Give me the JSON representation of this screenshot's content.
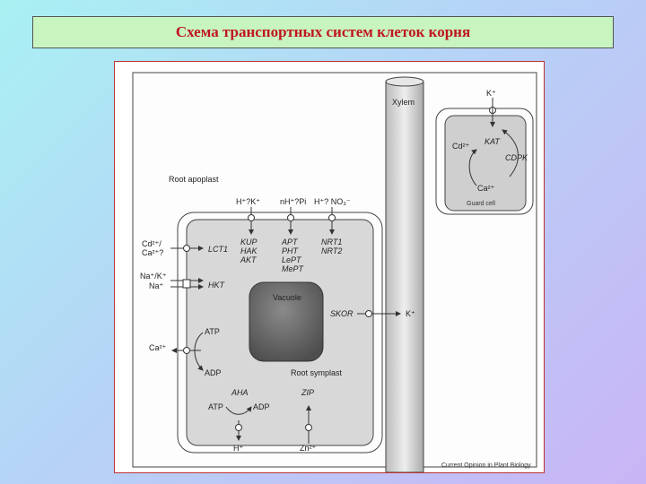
{
  "title": "Схема транспортных систем клеток корня",
  "labels": {
    "xylem": "Xylem",
    "root_apoplast": "Root apoplast",
    "root_symplast": "Root symplast",
    "vacuole": "Vacuole",
    "guard_cell": "Guard cell",
    "credit": "Current Opinion in Plant Biology"
  },
  "top_ions": [
    "H⁺?K⁺",
    "nH⁺?Pi",
    "H⁺? NO₃⁻"
  ],
  "transporters": {
    "col1": [
      "KUP",
      "HAK",
      "AKT"
    ],
    "col2": [
      "APT",
      "PHT",
      "LePT",
      "MePT"
    ],
    "col3": [
      "NRT1",
      "NRT2"
    ],
    "lct": "LCT1",
    "hkt": "HKT",
    "skor": "SKOR",
    "aha": "AHA",
    "zip": "ZIP"
  },
  "left_ions": {
    "cd_ca": [
      "Cd²⁺/",
      "Ca²⁺?"
    ],
    "na_k": [
      "Na⁺/K⁺",
      "Na⁺"
    ],
    "ca": "Ca²⁺"
  },
  "energy": {
    "atp_left": "ATP",
    "adp_left": "ADP",
    "atp_bottom": "ATP",
    "adp_bottom": "ADP"
  },
  "bottom_ions": {
    "h": "H⁺",
    "zn": "Zn²⁺"
  },
  "k_out": "K⁺",
  "guard": {
    "k_in": "K⁺",
    "cd": "Cd²⁺",
    "kat": "KAT",
    "cdpk": "CDPK",
    "ca": "Ca²⁺"
  }
}
